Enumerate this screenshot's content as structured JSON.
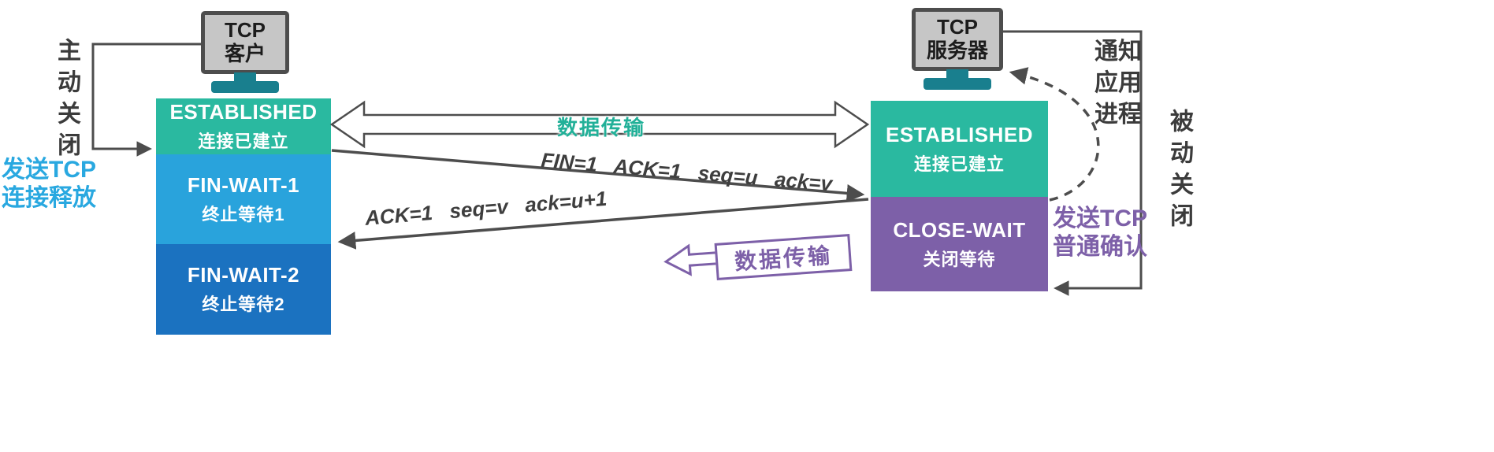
{
  "left": {
    "computer": {
      "line1": "TCP",
      "line2": "客户"
    },
    "active_close": "主动关闭",
    "send_release_line1": "发送TCP",
    "send_release_line2": "连接释放",
    "states": [
      {
        "name": "ESTABLISHED",
        "desc": "连接已建立",
        "color": "#2ab9a0"
      },
      {
        "name": "FIN-WAIT-1",
        "desc": "终止等待1",
        "color": "#29a3dc"
      },
      {
        "name": "FIN-WAIT-2",
        "desc": "终止等待2",
        "color": "#1b72c0"
      }
    ]
  },
  "right": {
    "computer": {
      "line1": "TCP",
      "line2": "服务器"
    },
    "notify_line1": "通知",
    "notify_line2": "应用",
    "notify_line3": "进程",
    "passive_close": "被动关闭",
    "send_ack_line1": "发送TCP",
    "send_ack_line2": "普通确认",
    "states": [
      {
        "name": "ESTABLISHED",
        "desc": "连接已建立",
        "color": "#2ab9a0"
      },
      {
        "name": "CLOSE-WAIT",
        "desc": "关闭等待",
        "color": "#7d60a8"
      }
    ]
  },
  "messages": {
    "data_transfer_top": "数据传输",
    "fin_segment": "FIN=1   ACK=1   seq=u   ack=v",
    "ack_segment": "ACK=1   seq=v   ack=u+1",
    "data_transfer_reverse": "数据传输"
  },
  "icons": {
    "client_computer": "desktop-monitor",
    "server_computer": "desktop-monitor",
    "double_arrow": "bidirectional-hollow-arrow",
    "reverse_arrow": "left-hollow-arrow"
  },
  "colors": {
    "established": "#2ab9a0",
    "fin_wait_1": "#29a3dc",
    "fin_wait_2": "#1b72c0",
    "close_wait": "#7d60a8",
    "accent_blue": "#29a8e0",
    "accent_purple": "#7d60a8",
    "wire": "#4d4d4d",
    "stand_teal": "#197f8e"
  }
}
